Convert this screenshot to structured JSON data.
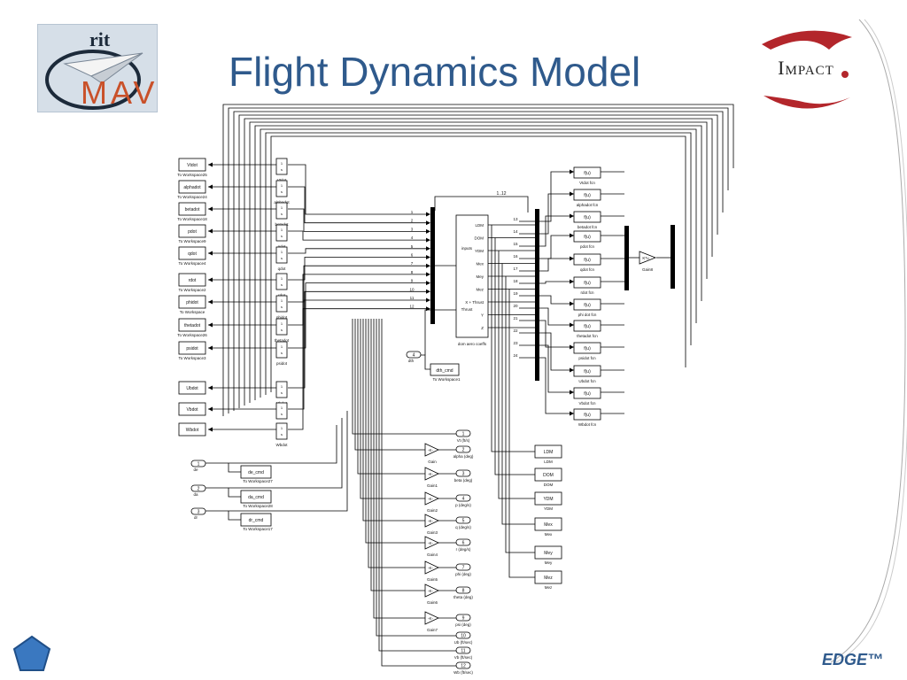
{
  "slide": {
    "title": "Flight Dynamics Model",
    "logo_left_top": "rit",
    "logo_left_bottom": "MAV",
    "logo_right": "Impact",
    "footer": "EDGE™",
    "colors": {
      "title": "#2f5a8c",
      "mav": "#c9512a",
      "impact_swoosh": "#b3262b"
    }
  },
  "diagram": {
    "blocks": {
      "vdot_ws": {
        "label": "Vtdot",
        "caption": "To Workspace25"
      },
      "alpha_ws": {
        "label": "alphadot",
        "caption": "To Workspace24"
      },
      "beta_ws": {
        "label": "betadot",
        "caption": "To Workspace18"
      },
      "p_ws": {
        "label": "pdot",
        "caption": "To Workspace9"
      },
      "q_ws": {
        "label": "qdot",
        "caption": "To Workspace4"
      },
      "r_ws": {
        "label": "rdot",
        "caption": "To Workspace2"
      },
      "phi_ws": {
        "label": "phidot",
        "caption": "To Workspace"
      },
      "theta_ws": {
        "label": "thetadot",
        "caption": "To Workspace26"
      },
      "psi_ws": {
        "label": "psidot",
        "caption": "To Workspace3"
      },
      "ub_blk": {
        "label": "Ubdot"
      },
      "vb_blk": {
        "label": "Vbdot"
      },
      "wb_blk": {
        "label": "Wbdot"
      },
      "int_captions": [
        "Vtdot",
        "alphadot",
        "betadot",
        "pdot",
        "qdot",
        "rdot",
        "phidot",
        "thetadot",
        "psidot",
        "Ubdot",
        "Vbdot",
        "Wbdot"
      ],
      "fcn_label": "f(u)",
      "fcn_captions": [
        "Vtdot fcn",
        "alphadot fcn",
        "betadot fcn",
        "pdot fcn",
        "qdot fcn",
        "rdot fcn",
        "phi dot fcn",
        "thetadot fcn",
        "psidot fcn",
        "Ubdot fcn",
        "Vbdot fcn",
        "Wbdot fcn"
      ],
      "mux_numbers": [
        "1",
        "2",
        "3",
        "4",
        "5",
        "6",
        "7",
        "8",
        "9",
        "10",
        "11",
        "12"
      ],
      "aero": {
        "caption": "dom aero coeffs",
        "inputs": [
          "inputs",
          "Thrust"
        ],
        "outputs": [
          "LDM",
          "DOM",
          "YDM",
          "Mex",
          "Mey",
          "Mez",
          "X + Thrust",
          "Y",
          "Z"
        ]
      },
      "bus_label": "1..12",
      "out_numbers": [
        "13",
        "14",
        "15",
        "16",
        "17",
        "18",
        "19",
        "20",
        "21",
        "22",
        "23",
        "24"
      ],
      "matrix_gain": {
        "label": "K*u",
        "caption": "Gain8"
      },
      "dth": {
        "port": "4",
        "label": "dth"
      },
      "dth_ws": {
        "label": "dth_cmd",
        "caption": "To Workspace1"
      },
      "inputs": [
        {
          "port": "1",
          "label": "de",
          "ws": "de_cmd",
          "caption": "To Workspace27"
        },
        {
          "port": "2",
          "label": "da",
          "ws": "da_cmd",
          "caption": "To Workspace28"
        },
        {
          "port": "3",
          "label": "dr",
          "ws": "dr_cmd",
          "caption": "To Workspace17"
        }
      ],
      "gain_label": "-K-",
      "gains": [
        "Gain",
        "Gain1",
        "Gain2",
        "Gain3",
        "Gain4",
        "Gain5",
        "Gain6",
        "Gain7"
      ],
      "outputs": [
        {
          "port": "1",
          "label": "Vt (ft/s)"
        },
        {
          "port": "2",
          "label": "alpha (deg)"
        },
        {
          "port": "3",
          "label": "beta (deg)"
        },
        {
          "port": "4",
          "label": "p (deg/s)"
        },
        {
          "port": "5",
          "label": "q (deg/s)"
        },
        {
          "port": "6",
          "label": "r (deg/s)"
        },
        {
          "port": "7",
          "label": "phi (deg)"
        },
        {
          "port": "8",
          "label": "theta (deg)"
        },
        {
          "port": "9",
          "label": "psi (deg)"
        },
        {
          "port": "10",
          "label": "Ub (ft/sec)"
        },
        {
          "port": "11",
          "label": "Vb (ft/sec)"
        },
        {
          "port": "12",
          "label": "Wb (ft/sec)"
        }
      ],
      "moment_scopes": [
        "LDM",
        "DOM",
        "YDM",
        "Mex",
        "Mey",
        "Mez"
      ]
    }
  }
}
